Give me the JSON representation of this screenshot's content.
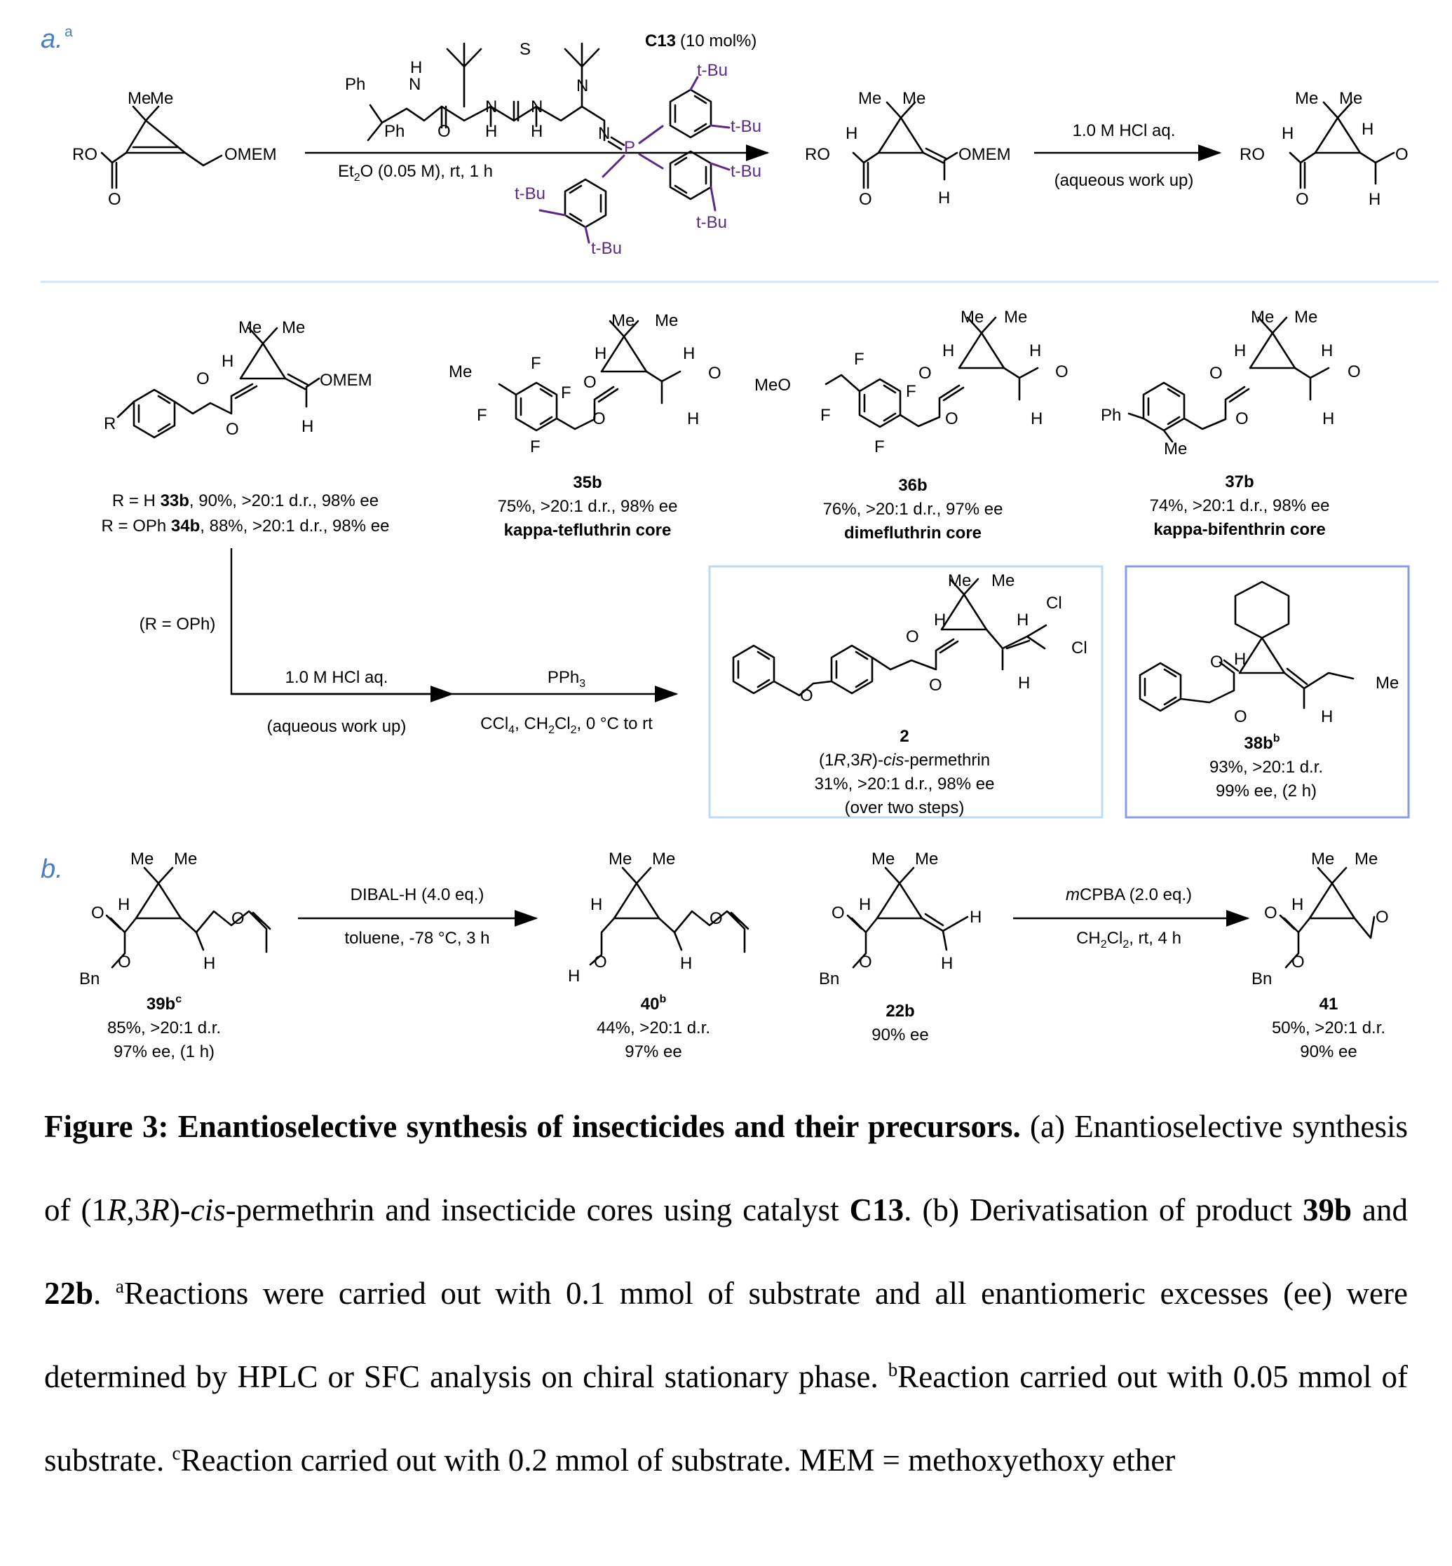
{
  "section_a_tag": "a.",
  "section_a_sup": "a",
  "section_b_tag": "b.",
  "catalyst": {
    "label": "C13",
    "loading": "(10 mol%)"
  },
  "reaction1": {
    "conditions": "Et2O (0.05 M), rt, 1 h",
    "hydrolysis": "1.0 M HCl aq.",
    "workup": "(aqueous work up)"
  },
  "atoms": {
    "me": "Me",
    "ro": "RO",
    "omem": "OMEM",
    "h": "H",
    "o": "O",
    "s": "S",
    "n": "N",
    "p": "P",
    "ph": "Ph",
    "tbu": "t-Bu",
    "f": "F",
    "meo": "MeO",
    "cl": "Cl",
    "r": "R",
    "bn": "Bn"
  },
  "products": {
    "p33_34": {
      "line1_pre": "R = H ",
      "line1_id": "33b",
      "line1_post": ", 90%, >20:1 d.r., 98% ee",
      "line2_pre": "R = OPh ",
      "line2_id": "34b",
      "line2_post": ", 88%, >20:1 d.r., 98% ee"
    },
    "p35": {
      "id": "35b",
      "data": "75%, >20:1 d.r., 98% ee",
      "name": "kappa-tefluthrin core"
    },
    "p36": {
      "id": "36b",
      "data": "76%, >20:1 d.r., 97% ee",
      "name": "dimefluthrin core"
    },
    "p37": {
      "id": "37b",
      "data": "74%, >20:1 d.r., 98% ee",
      "name": "kappa-bifenthrin core"
    },
    "p2": {
      "id": "2",
      "name_pre": "(1",
      "name_r1": "R",
      "name_mid": ",3",
      "name_r2": "R",
      "name_mid2": ")-",
      "name_cis": "cis",
      "name_post": "-permethrin",
      "data": "31%, >20:1 d.r., 98% ee",
      "note": "(over two steps)"
    },
    "p38": {
      "id": "38b",
      "sup": "b",
      "data1": "93%, >20:1 d.r.",
      "data2": "99% ee, (2 h)"
    },
    "p39": {
      "id": "39b",
      "sup": "c",
      "data1": "85%, >20:1 d.r.",
      "data2": "97% ee, (1 h)"
    },
    "p40": {
      "id": "40",
      "sup": "b",
      "data1": "44%, >20:1 d.r.",
      "data2": "97% ee"
    },
    "p22": {
      "id": "22b",
      "data1": "90% ee"
    },
    "p41": {
      "id": "41",
      "data1": "50%, >20:1 d.r.",
      "data2": "90% ee"
    }
  },
  "permethrin_route": {
    "r_label": "(R = OPh)",
    "step1_top": "1.0 M HCl aq.",
    "step1_bottom": "(aqueous work up)",
    "step2_top": "PPh3",
    "step2_bottom": "CCl4, CH2Cl2, 0 °C to rt"
  },
  "section_b": {
    "dibal_top": "DIBAL-H (4.0 eq.)",
    "dibal_bottom": "toluene, -78 °C, 3 h",
    "mcpba_top_m": "m",
    "mcpba_top": "CPBA (2.0 eq.)",
    "mcpba_bottom": "CH2Cl2, rt, 4 h"
  },
  "caption": {
    "title": "Figure 3: Enantioselective synthesis of insecticides and their precursors.",
    "t1": " (a) Enantioselective synthesis of (1",
    "t2": "R",
    "t3": ",3",
    "t4": "R",
    "t5": ")-",
    "t6": "cis",
    "t7": "-permethrin and insecticide cores using catalyst ",
    "c13": "C13",
    "t8": ". (b) Derivatisation of product ",
    "b39": "39b",
    "t9": " and ",
    "b22": "22b",
    "t10": ". ",
    "sa": "a",
    "t11": "Reactions were carried out with 0.1 mmol of substrate and all enantiomeric excesses (ee) were determined by HPLC or SFC analysis on chiral stationary phase. ",
    "sb": "b",
    "t12": "Reaction carried out with 0.05 mmol of substrate. ",
    "sc": "c",
    "t13": "Reaction carried out with 0.2 mmol of substrate. MEM = methoxyethoxy ether"
  },
  "colors": {
    "accent": "#4a7fc1",
    "catalyst": "#5b2a86",
    "divider": "#cfe3f5",
    "box1": "#b9dcf3",
    "box2": "#8c9be3"
  }
}
